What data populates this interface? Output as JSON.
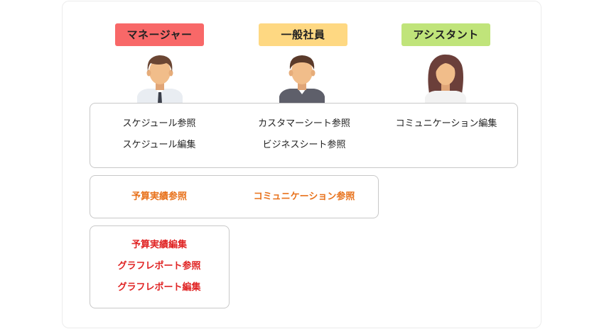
{
  "roles": [
    {
      "label": "マネージャー",
      "color": "#f86868"
    },
    {
      "label": "一般社員",
      "color": "#fed882"
    },
    {
      "label": "アシスタント",
      "color": "#c0e47a"
    }
  ],
  "permissions": {
    "all_roles": [
      "スケジュール参照",
      "スケジュール編集",
      "カスタマーシート参照",
      "ビジネスシート参照",
      "コミュニケーション編集"
    ],
    "manager_and_employee": [
      "予算実績参照",
      "コミュニケーション参照"
    ],
    "manager_only": [
      "予算実績編集",
      "グラフレポート参照",
      "グラフレポート編集"
    ]
  },
  "colors": {
    "all_roles_text": "#222222",
    "manager_and_employee_text": "#e8721c",
    "manager_only_text": "#e02424",
    "box_border": "#c8c8c8"
  }
}
